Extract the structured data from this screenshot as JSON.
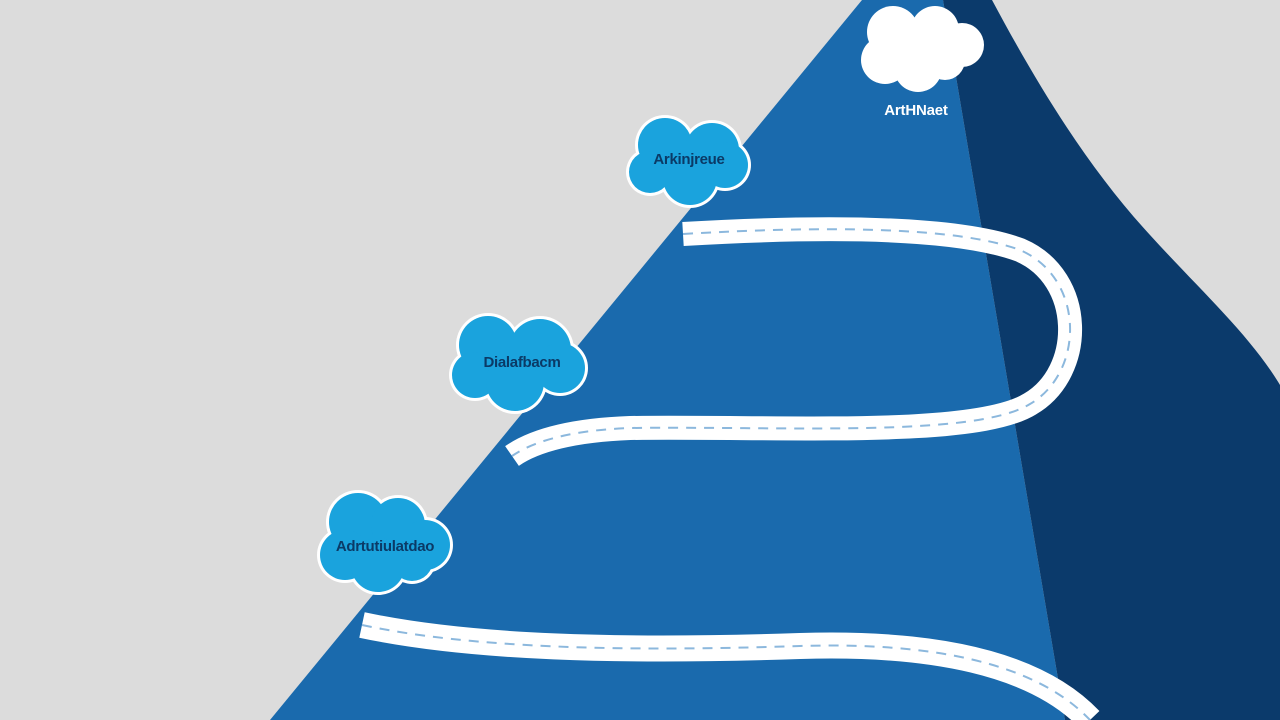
{
  "colors": {
    "background": "#dcdcdc",
    "mountain_front": "#1a6aad",
    "mountain_shadow": "#0b3a6b",
    "road": "#ffffff",
    "road_dash": "#8cb8dd",
    "cloud_blue": "#1aa3dd",
    "cloud_white": "#ffffff"
  },
  "milestones": [
    {
      "id": "base",
      "label": "Adrtutiulatdao",
      "icon": "cloud-icon"
    },
    {
      "id": "middle",
      "label": "Dialafbacm",
      "icon": "cloud-icon"
    },
    {
      "id": "upper",
      "label": "Arkinjreue",
      "icon": "cloud-icon"
    }
  ],
  "summit": {
    "label": "ArtHNaet",
    "icon": "cloud-icon"
  }
}
